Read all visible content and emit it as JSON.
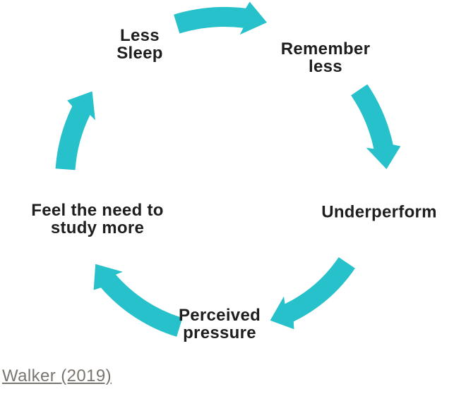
{
  "diagram": {
    "type": "cycle"
  },
  "nodes": [
    {
      "id": "less-sleep",
      "lines": [
        "Less",
        "Sleep"
      ]
    },
    {
      "id": "remember-less",
      "lines": [
        "Remember",
        "less"
      ]
    },
    {
      "id": "underperform",
      "lines": [
        "Underperform"
      ]
    },
    {
      "id": "perceived-pressure",
      "lines": [
        "Perceived",
        "pressure"
      ]
    },
    {
      "id": "feel-the-need-to-study-more",
      "lines": [
        "Feel the need to",
        "study more"
      ]
    }
  ],
  "arrows": [
    {
      "from": "less-sleep",
      "to": "remember-less"
    },
    {
      "from": "remember-less",
      "to": "underperform"
    },
    {
      "from": "underperform",
      "to": "perceived-pressure"
    },
    {
      "from": "perceived-pressure",
      "to": "feel-the-need-to-study-more"
    },
    {
      "from": "feel-the-need-to-study-more",
      "to": "less-sleep"
    }
  ],
  "citation": {
    "text": "Walker (2019)"
  },
  "colors": {
    "arrow": "#26c1ca",
    "text": "#1e1e1e",
    "citation": "#7b756f"
  }
}
